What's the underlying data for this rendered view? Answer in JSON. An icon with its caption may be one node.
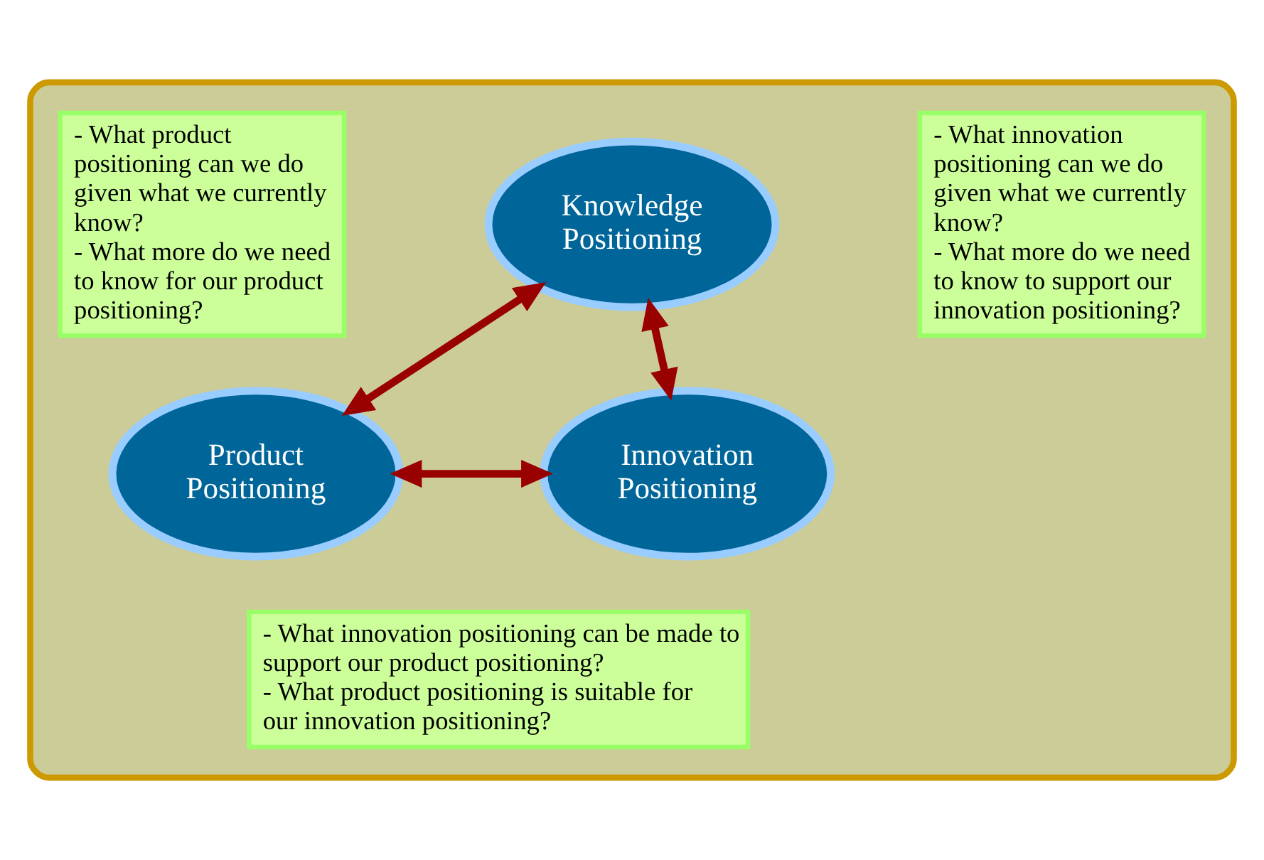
{
  "diagram": {
    "nodes": [
      {
        "text": [],
        "shape": "box"
      },
      {
        "text": [
          "- What product positioning can we do given what we currently know?",
          "- What more do we need to know for our product positioning?"
        ],
        "in": 0
      },
      {
        "text": [
          "Knowledge Positioning"
        ],
        "in": 0
      },
      {
        "text": [
          "- What innovation positioning can we do given what we currently know?",
          "- What more do we need to know to support our innovation positioning?"
        ],
        "in": 0
      },
      {
        "text": [
          "Product Positioning"
        ],
        "in": 0
      },
      {
        "text": [
          "Innovation Positioning"
        ],
        "in": 0
      },
      {
        "text": [
          "- What innovation positioning can be made to support our product positioning?",
          "- What product positioning is suitable for our innovation positioning?"
        ],
        "in": 0
      }
    ],
    "edges": [
      {
        "from": 2,
        "to": 4,
        "arrow": "both"
      },
      {
        "from": 2,
        "to": 5,
        "arrow": "both"
      },
      {
        "from": 4,
        "to": 5,
        "arrow": "both"
      }
    ]
  }
}
